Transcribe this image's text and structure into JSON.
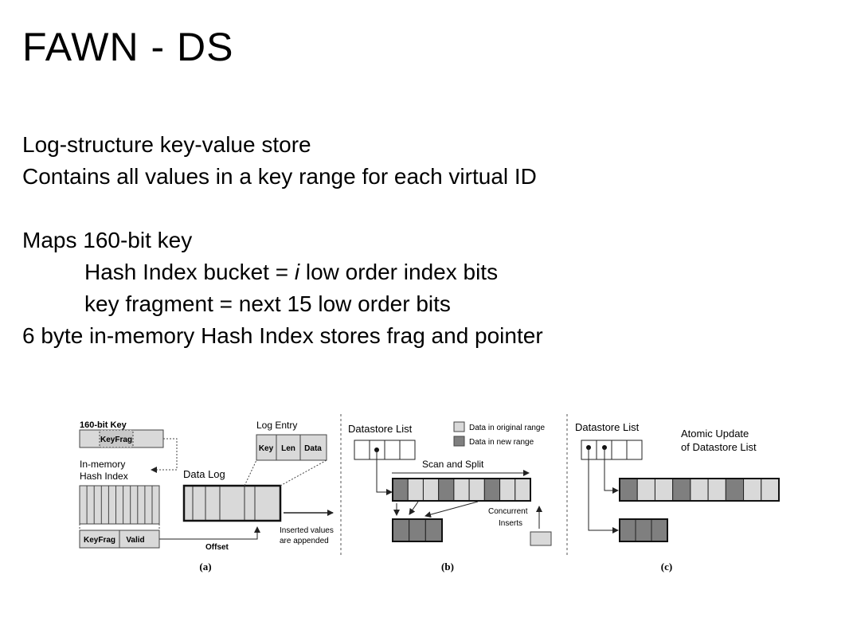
{
  "slide": {
    "title": "FAWN - DS",
    "lines": [
      {
        "text": "Log-structure key-value store"
      },
      {
        "text": "Contains all values in a key range for each virtual ID"
      },
      {
        "text": "Maps 160-bit key"
      },
      {
        "pre": "Hash Index bucket = ",
        "em": "i",
        "post": " low order index bits"
      },
      {
        "text": "key fragment = next 15 low order bits"
      },
      {
        "text": "6 byte in-memory Hash Index stores frag and pointer"
      }
    ]
  },
  "figure": {
    "panel_a": {
      "key_label": "160-bit Key",
      "keyfrag": "KeyFrag",
      "hash_index_label_1": "In-memory",
      "hash_index_label_2": "Hash Index",
      "data_log_label": "Data Log",
      "log_entry_label": "Log Entry",
      "entry_fields": [
        "Key",
        "Len",
        "Data"
      ],
      "bucket_fields": [
        "KeyFrag",
        "Valid"
      ],
      "offset_label": "Offset",
      "inserted_1": "Inserted values",
      "inserted_2": "are appended",
      "caption": "(a)"
    },
    "panel_b": {
      "list_label": "Datastore List",
      "legend_original": "Data in original range",
      "legend_new": "Data in new range",
      "scan_label": "Scan and Split",
      "concurrent_1": "Concurrent",
      "concurrent_2": "Inserts",
      "caption": "(b)"
    },
    "panel_c": {
      "list_label": "Datastore List",
      "atomic_1": "Atomic Update",
      "atomic_2": "of Datastore List",
      "caption": "(c)"
    },
    "colors": {
      "original": "#d9d9d9",
      "new": "#7f7f7f",
      "stroke": "#222222"
    }
  }
}
